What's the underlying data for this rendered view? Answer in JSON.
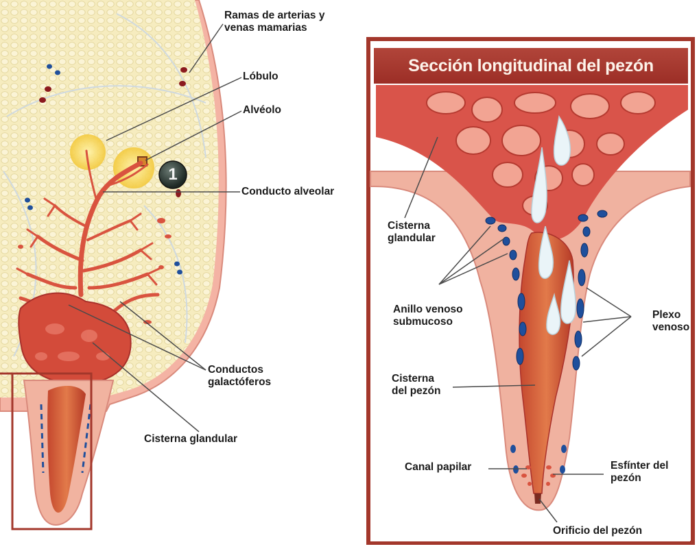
{
  "panel_title": "Sección longitudinal del pezón",
  "badge": "1",
  "labels": {
    "ramas_line1": "Ramas de arterias y",
    "ramas_line2": "venas mamarias",
    "lobulo": "Lóbulo",
    "alveolo": "Alvéolo",
    "conducto_alveolar": "Conducto alveolar",
    "conductos_line1": "Conductos",
    "conductos_line2": "galactóferos",
    "cisterna_glandular_left": "Cisterna glandular",
    "cisterna_glandular_right_line1": "Cisterna",
    "cisterna_glandular_right_line2": "glandular",
    "anillo_line1": "Anillo venoso",
    "anillo_line2": "submucoso",
    "plexo_line1": "Plexo",
    "plexo_line2": "venoso",
    "cisterna_pezon_line1": "Cisterna",
    "cisterna_pezon_line2": "del pezón",
    "canal_papilar": "Canal papilar",
    "esfinter_line1": "Esfínter del",
    "esfinter_line2": "pezón",
    "orificio": "Orificio del pezón"
  },
  "colors": {
    "tissue": "#f6ecbf",
    "duct": "#d9533f",
    "vein": "#1f4f9c",
    "artery": "#8b1a1f",
    "frame": "#a3372b",
    "skin": "#f1b3a0",
    "lobule": "#f8d95a"
  }
}
